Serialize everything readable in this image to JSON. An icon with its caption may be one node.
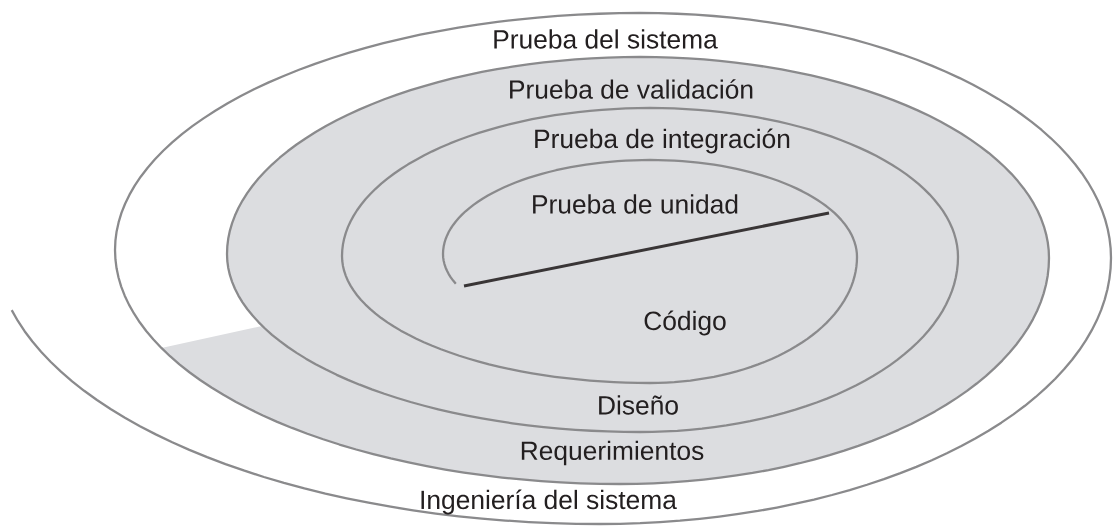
{
  "diagram": {
    "labels": [
      "Prueba del sistema",
      "Prueba de validación",
      "Prueba de integración",
      "Prueba de unidad",
      "Código",
      "Diseño",
      "Requerimientos",
      "Ingeniería del sistema"
    ]
  }
}
